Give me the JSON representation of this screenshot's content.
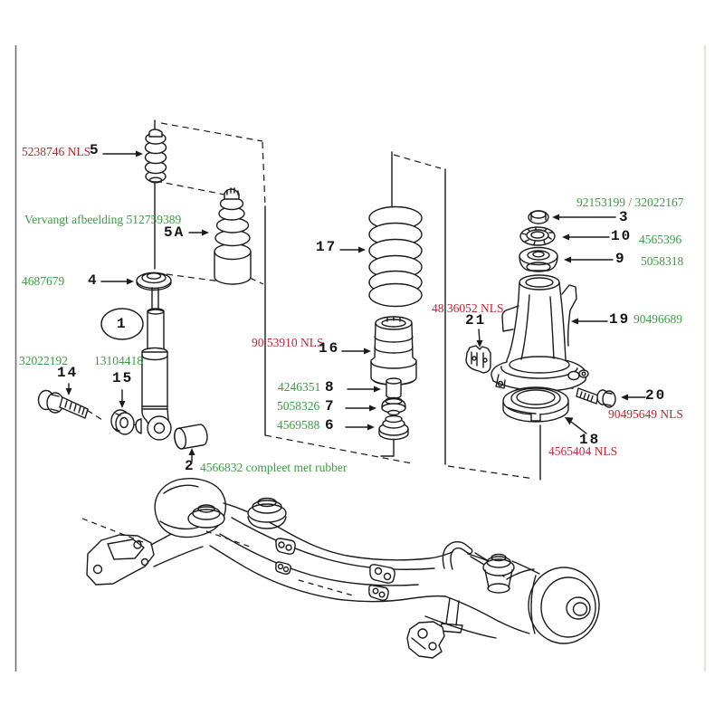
{
  "palette": {
    "part_number_green": "#3d9c44",
    "part_number_red": "#bb2630",
    "line_color": "#1b1b1b",
    "left_border": "#6e6e6e",
    "right_border": "#e8e8da"
  },
  "note": {
    "text": "Vervangt afbeelding 512759389",
    "color": "green"
  },
  "callouts": {
    "c1": {
      "num": "1"
    },
    "c2": {
      "num": "2",
      "part": "4566832 compleet met rubber",
      "part_color": "green"
    },
    "c3": {
      "num": "3",
      "part": "92153199 / 32022167",
      "part_color": "green"
    },
    "c4": {
      "num": "4",
      "part": "4687679",
      "part_color": "green"
    },
    "c5": {
      "num": "5",
      "part": "5238746 NLS",
      "part_color": "red"
    },
    "c5a": {
      "num": "5A"
    },
    "c6": {
      "num": "6",
      "part": "4569588",
      "part_color": "green"
    },
    "c7": {
      "num": "7",
      "part": "5058326",
      "part_color": "green"
    },
    "c8": {
      "num": "8",
      "part": "4246351",
      "part_color": "green"
    },
    "c9": {
      "num": "9",
      "part": "5058318",
      "part_color": "green"
    },
    "c10": {
      "num": "10",
      "part": "4565396",
      "part_color": "green"
    },
    "c14": {
      "num": "14",
      "part": "32022192",
      "part_color": "green"
    },
    "c15": {
      "num": "15",
      "part": "13104418",
      "part_color": "green"
    },
    "c16": {
      "num": "16",
      "part": "90 53910 NLS",
      "part_color": "red"
    },
    "c17": {
      "num": "17"
    },
    "c18": {
      "num": "18",
      "part": "4565404 NLS",
      "part_color": "red"
    },
    "c19": {
      "num": "19",
      "part": "90496689",
      "part_color": "green"
    },
    "c20": {
      "num": "20",
      "part": "90495649 NLS",
      "part_color": "red"
    },
    "c21": {
      "num": "21",
      "part": "48 36052 NLS",
      "part_color": "red"
    }
  }
}
